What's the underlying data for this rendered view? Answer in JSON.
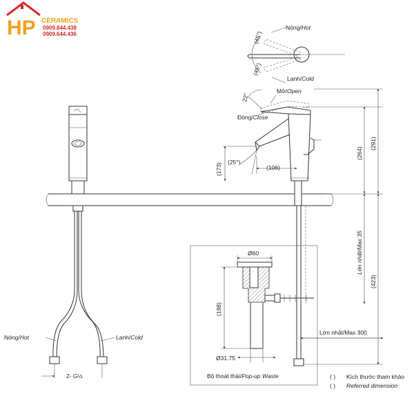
{
  "logo": {
    "letters": "HP",
    "brand": "CERAMICS",
    "phone_1": "0909.844.438",
    "phone_2": "0909.644.436",
    "color_primary": "#f0a020",
    "color_accent": "#d62828"
  },
  "top_view": {
    "hot_label_vn": "Nóng/",
    "hot_label_en": "Hot",
    "cold_label_vn": "Lạnh/",
    "cold_label_en": "Cold",
    "angle_upper": "(45°)",
    "angle_lower": "(45°)"
  },
  "side_view": {
    "open_label_vn": "Mở/",
    "open_label_en": "Open",
    "close_label_vn": "Đóng/",
    "close_label_en": "Close",
    "angle_handle": "22°",
    "angle_spout": "(25°)",
    "dim_reach": "(106)",
    "dim_spout_height": "(173)",
    "dim_264": "(264)",
    "dim_291": "(291)",
    "dim_max35": "Lớn nhất/Max 35",
    "dim_423": "(423)",
    "dim_max300": "Lớn nhất/Max 300"
  },
  "waste": {
    "dim_60": "Ø60",
    "dim_198": "(198)",
    "dim_3175": "Ø31.75",
    "caption_vn": "Bộ thoát thải/",
    "caption_en": "Pop-up Waste"
  },
  "front_view": {
    "hot_label_vn": "Nóng/",
    "hot_label_en": "Hot",
    "cold_label_vn": "Lạnh/",
    "cold_label_en": "Cold",
    "connector": "2- G½"
  },
  "legend": {
    "paren": "(   )",
    "ref_vn": "Kích thước tham khảo",
    "ref_en": "Referred dimension"
  }
}
